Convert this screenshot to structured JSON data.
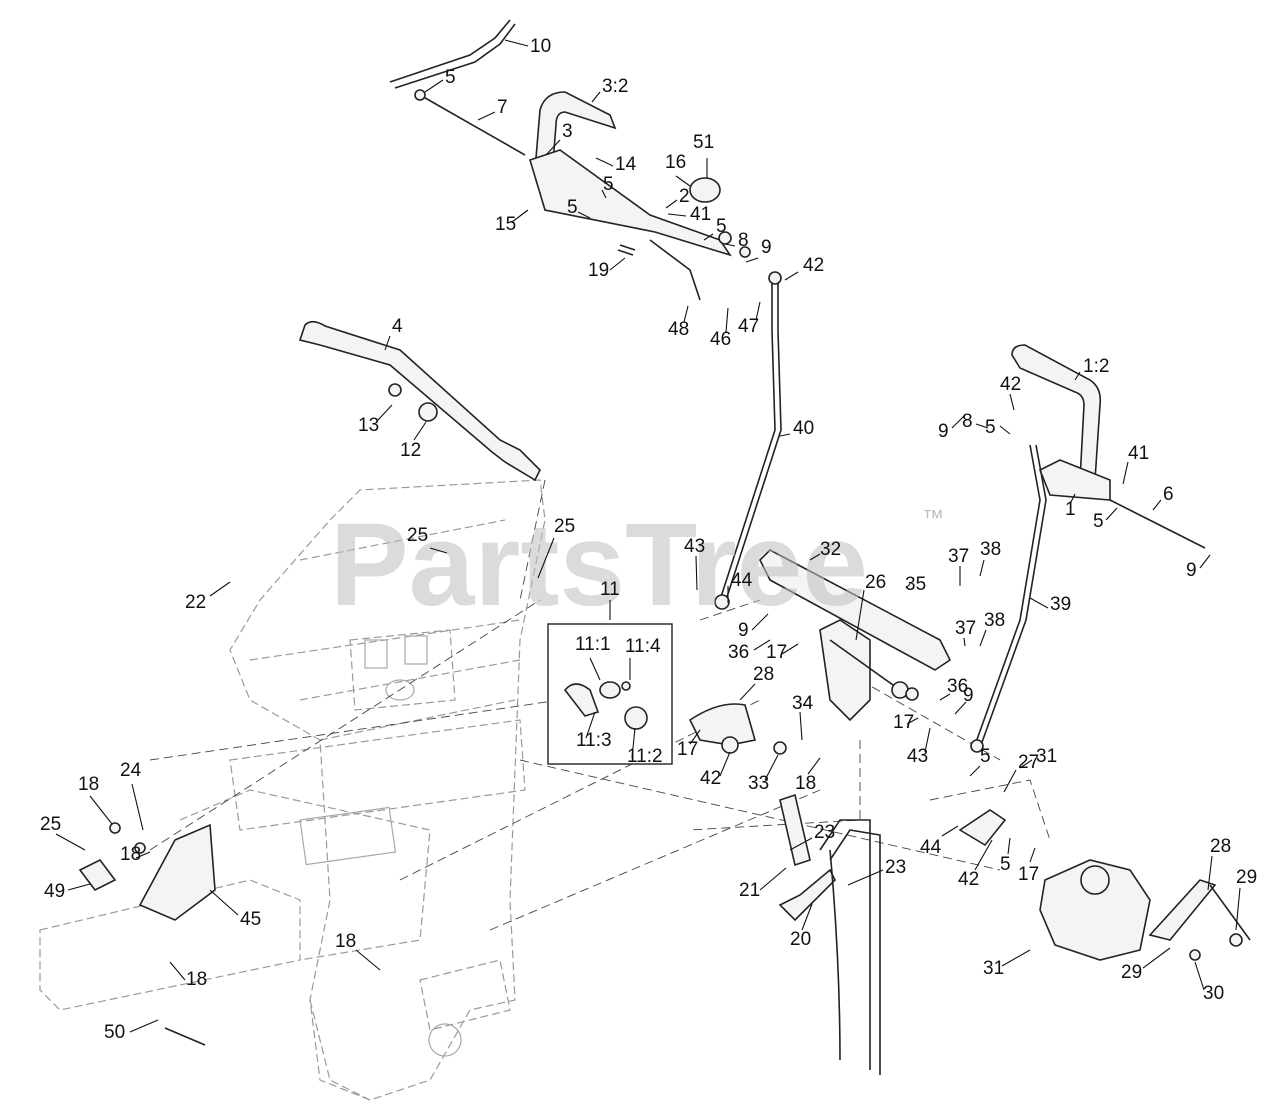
{
  "diagram": {
    "watermark": "PartsTree",
    "trademark": "™",
    "callouts": [
      "10",
      "5",
      "7",
      "3:2",
      "3",
      "14",
      "16",
      "51",
      "5",
      "2",
      "15",
      "5",
      "41",
      "5",
      "8",
      "9",
      "19",
      "42",
      "48",
      "46",
      "47",
      "4",
      "13",
      "12",
      "40",
      "1:2",
      "42",
      "9",
      "8",
      "5",
      "41",
      "6",
      "1",
      "5",
      "9",
      "25",
      "25",
      "22",
      "43",
      "44",
      "32",
      "35",
      "37",
      "38",
      "9",
      "36",
      "17",
      "26",
      "39",
      "11",
      "11:1",
      "11:4",
      "28",
      "37",
      "38",
      "34",
      "36",
      "9",
      "17",
      "11:3",
      "11:2",
      "17",
      "42",
      "33",
      "18",
      "43",
      "31",
      "5",
      "27",
      "18",
      "24",
      "25",
      "18",
      "49",
      "45",
      "23",
      "44",
      "42",
      "5",
      "17",
      "23",
      "21",
      "28",
      "29",
      "20",
      "18",
      "18",
      "31",
      "29",
      "30",
      "50"
    ]
  }
}
